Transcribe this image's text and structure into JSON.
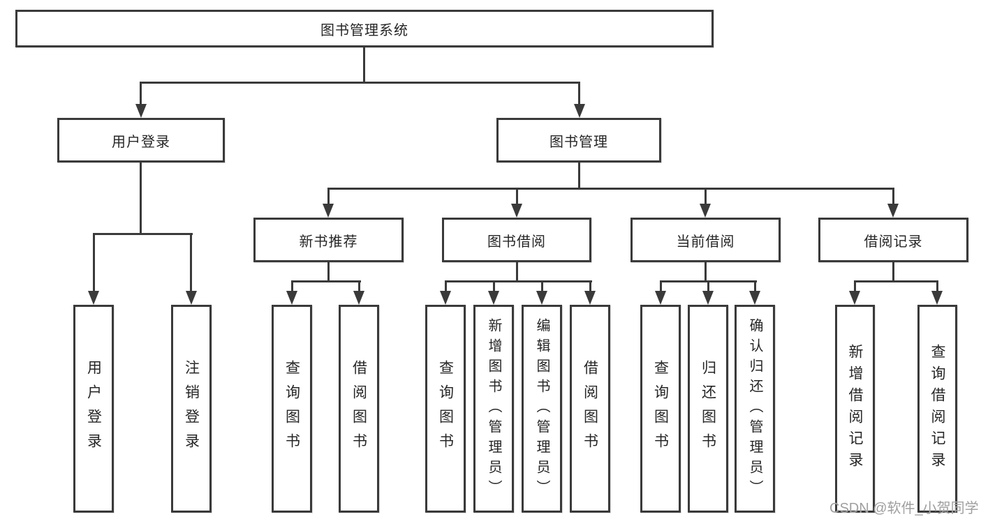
{
  "colors": {
    "line": "#3a3a3a",
    "text": "#262626",
    "background": "#ffffff",
    "watermark": "#9f9f9f"
  },
  "tree": {
    "root": {
      "label": "图书管理系统",
      "children": [
        {
          "label": "用户登录",
          "children": [
            {
              "label": "用户登录"
            },
            {
              "label": "注销登录"
            }
          ]
        },
        {
          "label": "图书管理",
          "children": [
            {
              "label": "新书推荐",
              "children": [
                {
                  "label": "查询图书"
                },
                {
                  "label": "借阅图书"
                }
              ]
            },
            {
              "label": "图书借阅",
              "children": [
                {
                  "label": "查询图书"
                },
                {
                  "label": "新增图书（管理员）"
                },
                {
                  "label": "编辑图书（管理员）"
                },
                {
                  "label": "借阅图书"
                }
              ]
            },
            {
              "label": "当前借阅",
              "children": [
                {
                  "label": "查询图书"
                },
                {
                  "label": "归还图书"
                },
                {
                  "label": "确认归还（管理员）"
                }
              ]
            },
            {
              "label": "借阅记录",
              "children": [
                {
                  "label": "新增借阅记录"
                },
                {
                  "label": "查询借阅记录"
                }
              ]
            }
          ]
        }
      ]
    }
  },
  "watermark": {
    "text": "CSDN @软件_小贺同学"
  }
}
